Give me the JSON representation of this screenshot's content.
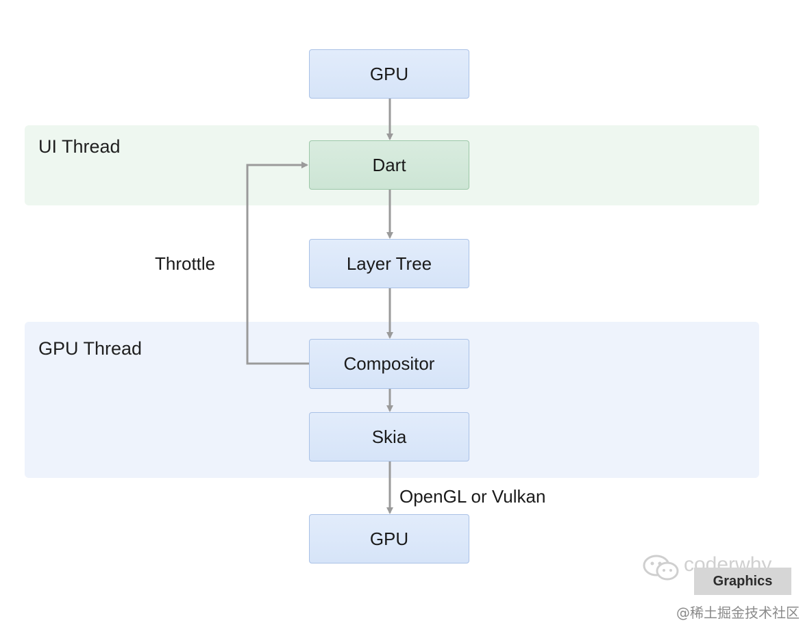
{
  "threads": {
    "ui": "UI Thread",
    "gpu": "GPU Thread"
  },
  "nodes": {
    "gpu_top": "GPU",
    "dart": "Dart",
    "layer_tree": "Layer Tree",
    "compositor": "Compositor",
    "skia": "Skia",
    "gpu_bottom": "GPU"
  },
  "edges": {
    "throttle": "Throttle",
    "opengl": "OpenGL or Vulkan"
  },
  "watermark": {
    "name": "coderwhy",
    "tag": "Graphics",
    "credit": "@稀土掘金技术社区"
  },
  "colors": {
    "ui_band": "#eef7f0",
    "gpu_band": "#eef3fc",
    "node_blue": "#d6e4f8",
    "node_green": "#cde5d5",
    "arrow": "#9a9a9a"
  }
}
